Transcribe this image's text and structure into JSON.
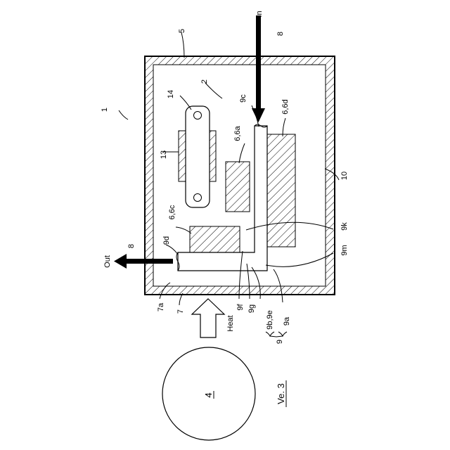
{
  "labels": {
    "in": "In",
    "out": "Out",
    "heat": "Heat",
    "ref_1": "1",
    "ref_2": "2",
    "ref_4": "4",
    "ref_5": "5",
    "ref_7": "7",
    "ref_7a": "7a",
    "ref_8_top": "8",
    "ref_8_left": "8",
    "ref_9": "9",
    "ref_9a": "9a",
    "ref_9b9e": "9b,9e",
    "ref_9c": "9c",
    "ref_9d": "9d",
    "ref_9f": "9f",
    "ref_9g": "9g",
    "ref_9k": "9k",
    "ref_9m": "9m",
    "ref_10": "10",
    "ref_13": "13",
    "ref_14": "14",
    "ref_6_6a": "6,6a",
    "ref_6_6c": "6,6c",
    "ref_6_6d": "6,6d",
    "figure": "Ve. 3"
  }
}
